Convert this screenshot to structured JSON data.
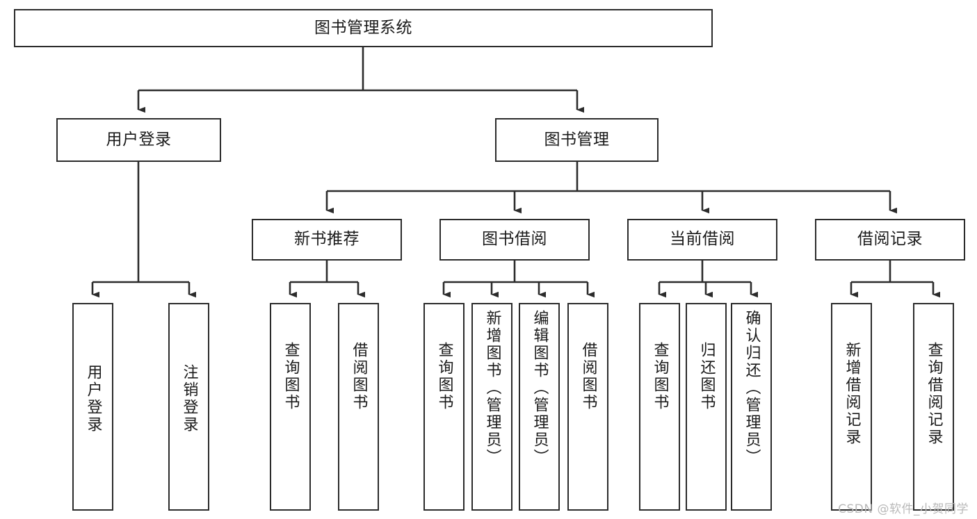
{
  "diagram": {
    "title": "图书管理系统",
    "type": "hierarchy-tree",
    "watermark": "CSDN @软件_小贺同学",
    "colors": {
      "box_border": "#2b2b2b",
      "box_fill": "#ffffff",
      "edge": "#2b2b2b",
      "text": "#1a1a1a",
      "watermark": "#b9b9b9"
    },
    "levels": {
      "root": {
        "label": "图书管理系统"
      },
      "level2": [
        {
          "label": "用户登录"
        },
        {
          "label": "图书管理"
        }
      ],
      "level3": [
        {
          "label": "新书推荐"
        },
        {
          "label": "图书借阅"
        },
        {
          "label": "当前借阅"
        },
        {
          "label": "借阅记录"
        }
      ],
      "leaves_user_login": [
        {
          "label": "用户登录"
        },
        {
          "label": "注销登录"
        }
      ],
      "leaves_new_book": [
        {
          "label": "查询图书"
        },
        {
          "label": "借阅图书"
        }
      ],
      "leaves_borrow": [
        {
          "label": "查询图书"
        },
        {
          "label": "新增图书（管理员）"
        },
        {
          "label": "编辑图书（管理员）"
        },
        {
          "label": "借阅图书"
        }
      ],
      "leaves_current": [
        {
          "label": "查询图书"
        },
        {
          "label": "归还图书"
        },
        {
          "label": "确认归还（管理员）"
        }
      ],
      "leaves_record": [
        {
          "label": "新增借阅记录"
        },
        {
          "label": "查询借阅记录"
        }
      ]
    }
  }
}
